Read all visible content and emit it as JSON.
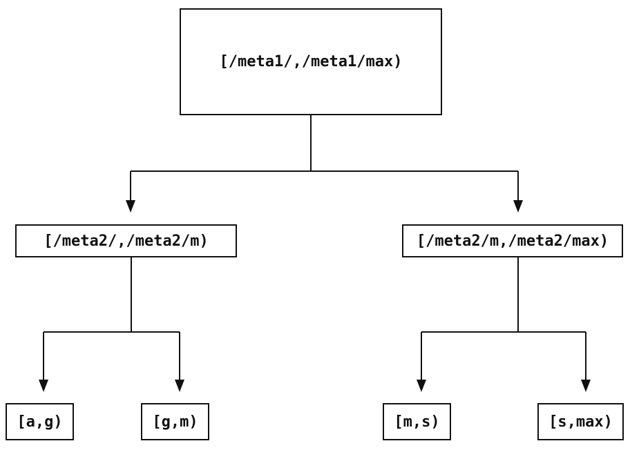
{
  "diagram": {
    "background_color": "#ffffff",
    "line_color": "#111111",
    "nodes": {
      "root": {
        "label": "[/meta1/,/meta1/max)"
      },
      "left": {
        "label": "[/meta2/,/meta2/m)"
      },
      "right": {
        "label": "[/meta2/m,/meta2/max)"
      },
      "leaf1": {
        "label": "[a,g)"
      },
      "leaf2": {
        "label": "[g,m)"
      },
      "leaf3": {
        "label": "[m,s)"
      },
      "leaf4": {
        "label": "[s,max)"
      }
    },
    "edges": [
      {
        "from": "root",
        "to": "left"
      },
      {
        "from": "root",
        "to": "right"
      },
      {
        "from": "left",
        "to": "leaf1"
      },
      {
        "from": "left",
        "to": "leaf2"
      },
      {
        "from": "right",
        "to": "leaf3"
      },
      {
        "from": "right",
        "to": "leaf4"
      }
    ]
  }
}
